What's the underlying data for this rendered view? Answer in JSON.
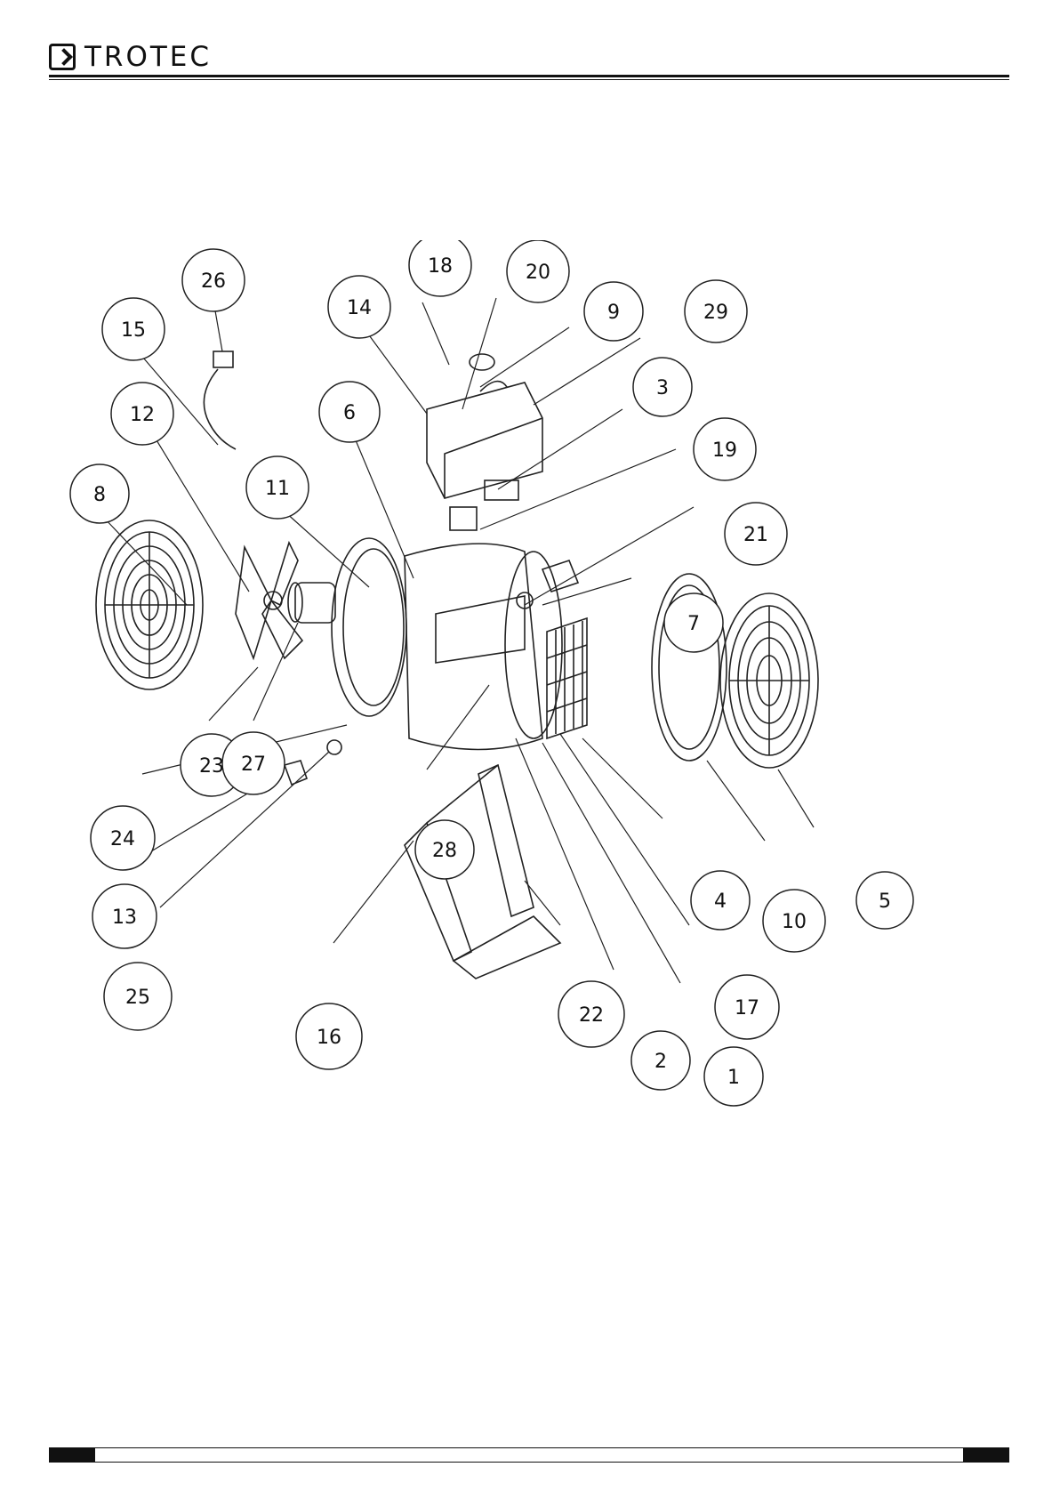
{
  "header": {
    "brand": "TROTEC",
    "logo_icon": "chevron-right-icon"
  },
  "diagram": {
    "callouts": [
      "1",
      "2",
      "3",
      "4",
      "5",
      "6",
      "7",
      "8",
      "9",
      "10",
      "11",
      "12",
      "13",
      "14",
      "15",
      "16",
      "17",
      "18",
      "19",
      "20",
      "21",
      "22",
      "23",
      "24",
      "25",
      "26",
      "27",
      "28",
      "29"
    ]
  }
}
